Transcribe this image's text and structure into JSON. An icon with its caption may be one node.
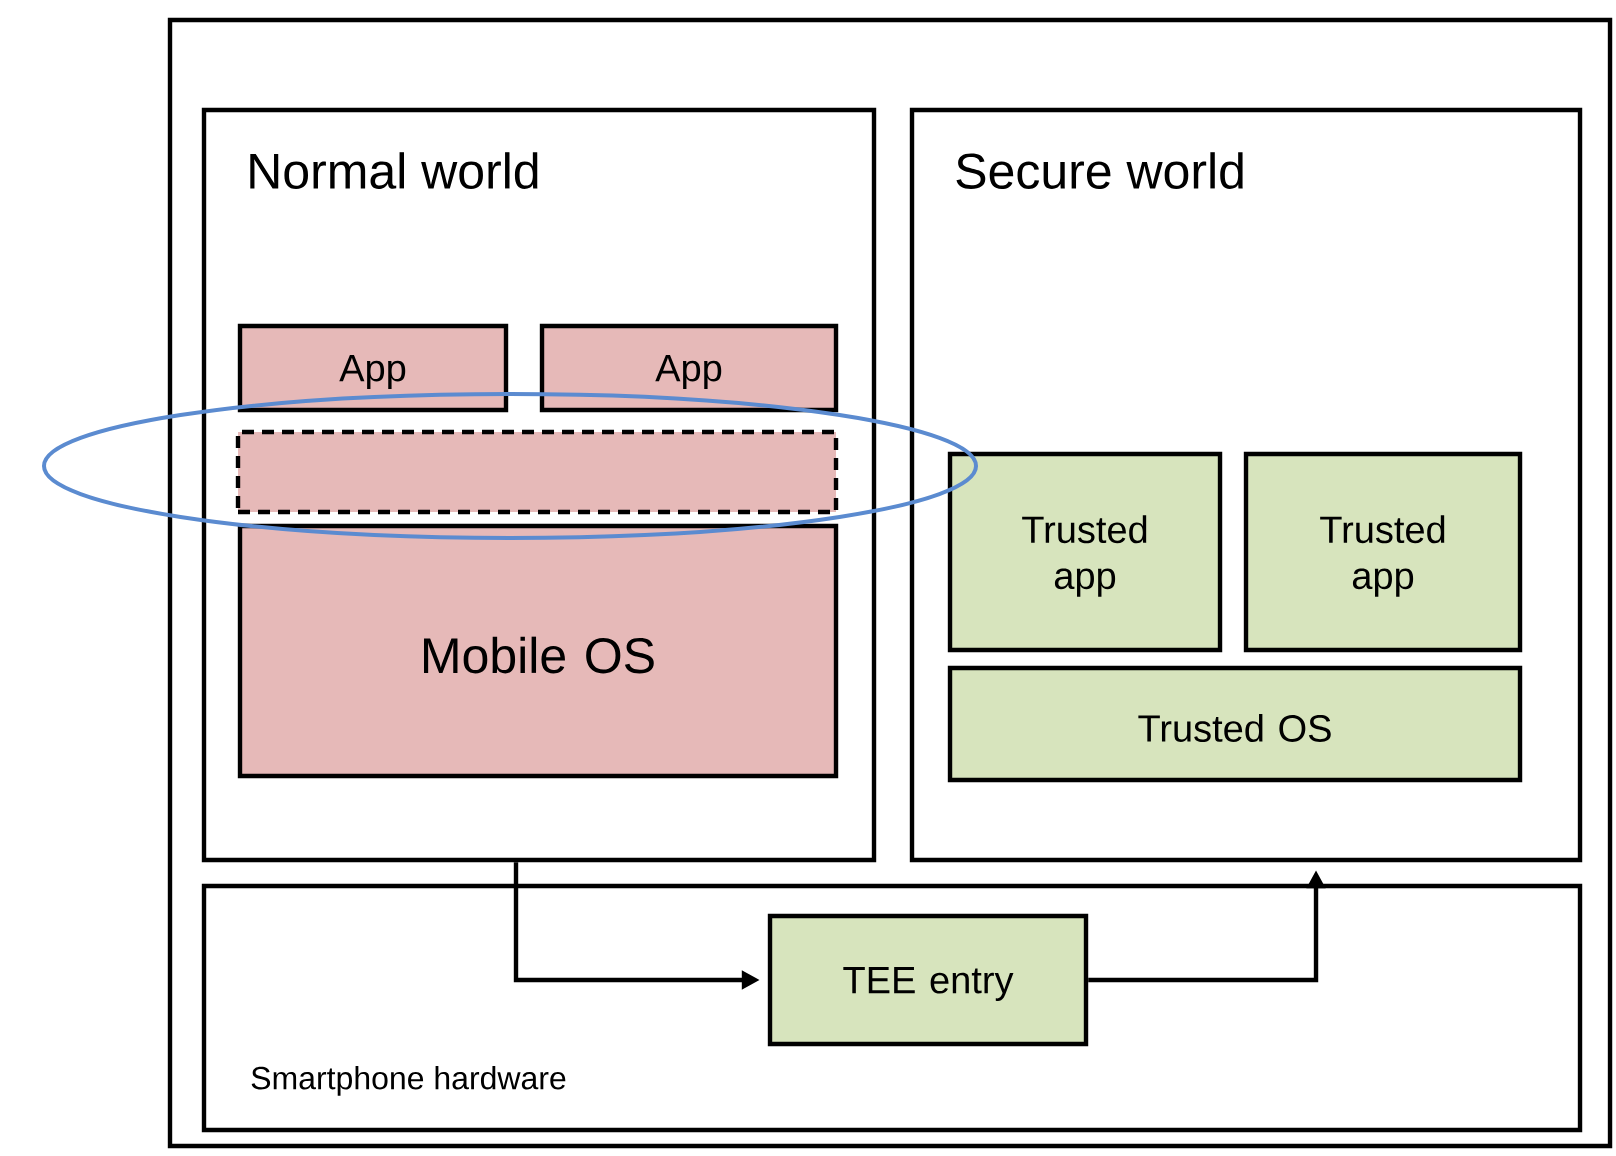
{
  "diagram": {
    "nodes": [
      {
        "text": [],
        "shape": "box"
      },
      {
        "text": [
          "Normal world"
        ],
        "in": 0
      },
      {
        "text": [
          "App"
        ],
        "in": 1
      },
      {
        "text": [
          "App"
        ],
        "in": 1
      },
      {
        "text": [],
        "shape": "box",
        "in": 1
      },
      {
        "text": [
          "Mobile OS"
        ],
        "in": 1
      },
      {
        "text": [
          "Secure world"
        ],
        "in": 0
      },
      {
        "text": [
          "Trusted app"
        ],
        "in": 6
      },
      {
        "text": [
          "Trusted app"
        ],
        "in": 6
      },
      {
        "text": [
          "Trusted OS"
        ],
        "in": 6
      },
      {
        "text": [
          "Smartphone hardware"
        ],
        "in": 0
      },
      {
        "text": [
          "TEE entry"
        ],
        "in": 10
      }
    ],
    "edges": [
      {
        "from": 1,
        "to": 11,
        "arrow": "to"
      },
      {
        "from": 11,
        "to": 6,
        "arrow": "to"
      }
    ]
  }
}
